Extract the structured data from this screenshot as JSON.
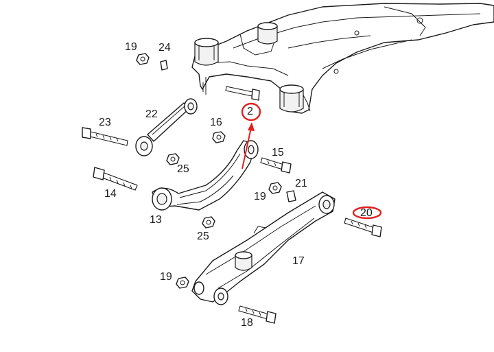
{
  "diagram": {
    "highlight_color": "#e02020",
    "ink_color": "#1a1a1a"
  },
  "callouts": {
    "c19a": "19",
    "c24": "24",
    "c2": "2",
    "c22": "22",
    "c23": "23",
    "c16": "16",
    "c15": "15",
    "c25a": "25",
    "c14": "14",
    "c19b": "19",
    "c21": "21",
    "c20": "20",
    "c13": "13",
    "c25b": "25",
    "c17": "17",
    "c19c": "19",
    "c18": "18"
  }
}
